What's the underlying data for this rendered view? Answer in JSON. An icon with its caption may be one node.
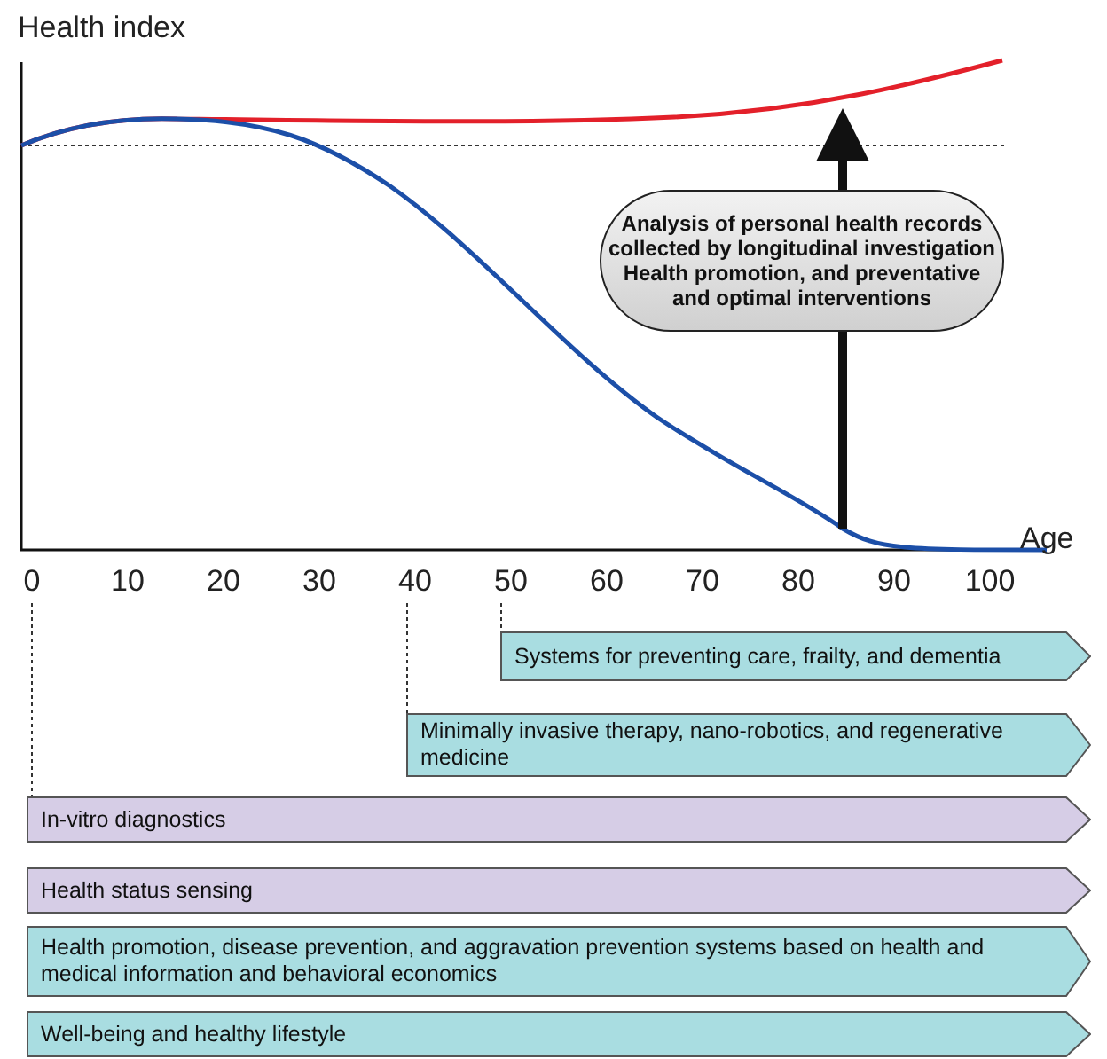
{
  "diagram": {
    "nodes": [
      {
        "text": [
          "Analysis of personal health records collected by longitudinal investigation",
          "Health promotion, and preventative and optimal interventions"
        ]
      },
      {
        "text": [
          "0"
        ]
      },
      {
        "text": [
          "40"
        ]
      },
      {
        "text": [
          "50"
        ]
      },
      {
        "text": [
          "Systems for preventing care, frailty, and dementia"
        ]
      },
      {
        "text": [
          "Minimally invasive therapy, nano-robotics, and regenerative medicine"
        ]
      },
      {
        "text": [
          "In-vitro diagnostics"
        ]
      },
      {
        "text": [
          "Health status sensing"
        ]
      },
      {
        "text": [
          "Health promotion, disease prevention, and aggravation prevention systems based on health and medical information and behavioral economics"
        ]
      },
      {
        "text": [
          "Well-being and healthy lifestyle"
        ]
      }
    ],
    "edges": [
      {
        "from": 1,
        "to": 6,
        "arrow": "none",
        "style": "dashed"
      },
      {
        "from": 2,
        "to": 5,
        "arrow": "none",
        "style": "dashed"
      },
      {
        "from": 3,
        "to": 4,
        "arrow": "none",
        "style": "dashed"
      }
    ],
    "labels": [
      "Health index",
      "Age",
      "10",
      "20",
      "30",
      "60",
      "70",
      "80",
      "90",
      "100"
    ]
  }
}
